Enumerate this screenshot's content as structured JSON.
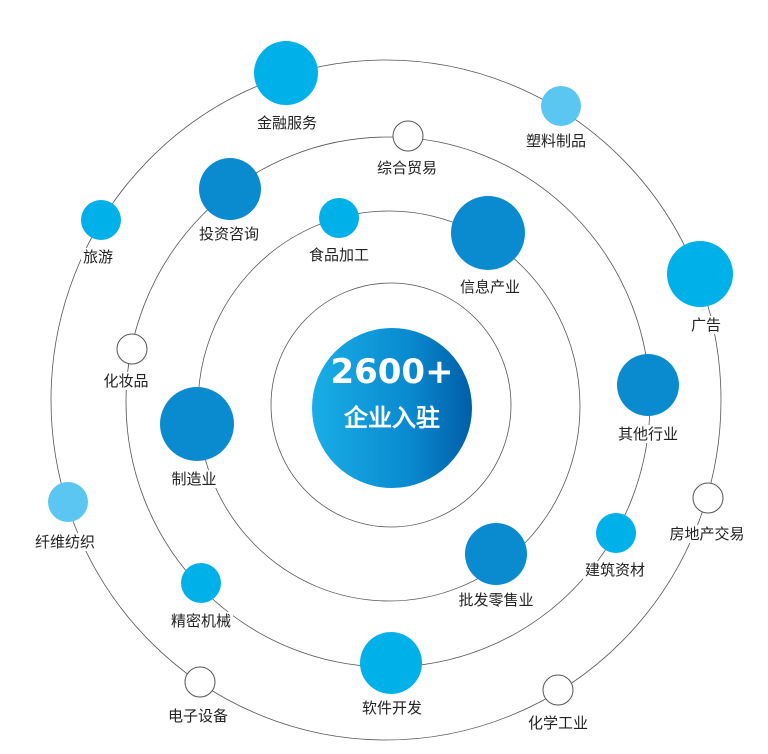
{
  "center": {
    "count": "2600+",
    "caption": "企业入驻"
  },
  "colors": {
    "bright": "#00b0e8",
    "dark": "#0a8bd0",
    "light": "#5cc6f2",
    "ring": "#555555"
  },
  "industries": [
    {
      "label": "金融服务",
      "style": "bright"
    },
    {
      "label": "塑料制品",
      "style": "light"
    },
    {
      "label": "综合贸易",
      "style": "empty"
    },
    {
      "label": "投资咨询",
      "style": "dark"
    },
    {
      "label": "旅游",
      "style": "bright"
    },
    {
      "label": "食品加工",
      "style": "bright"
    },
    {
      "label": "信息产业",
      "style": "dark"
    },
    {
      "label": "广告",
      "style": "bright"
    },
    {
      "label": "化妆品",
      "style": "empty"
    },
    {
      "label": "其他行业",
      "style": "dark"
    },
    {
      "label": "制造业",
      "style": "dark"
    },
    {
      "label": "纤维纺织",
      "style": "light"
    },
    {
      "label": "房地产交易",
      "style": "empty"
    },
    {
      "label": "建筑资材",
      "style": "bright"
    },
    {
      "label": "批发零售业",
      "style": "dark"
    },
    {
      "label": "精密机械",
      "style": "bright"
    },
    {
      "label": "软件开发",
      "style": "bright"
    },
    {
      "label": "电子设备",
      "style": "empty"
    },
    {
      "label": "化学工业",
      "style": "empty"
    }
  ]
}
